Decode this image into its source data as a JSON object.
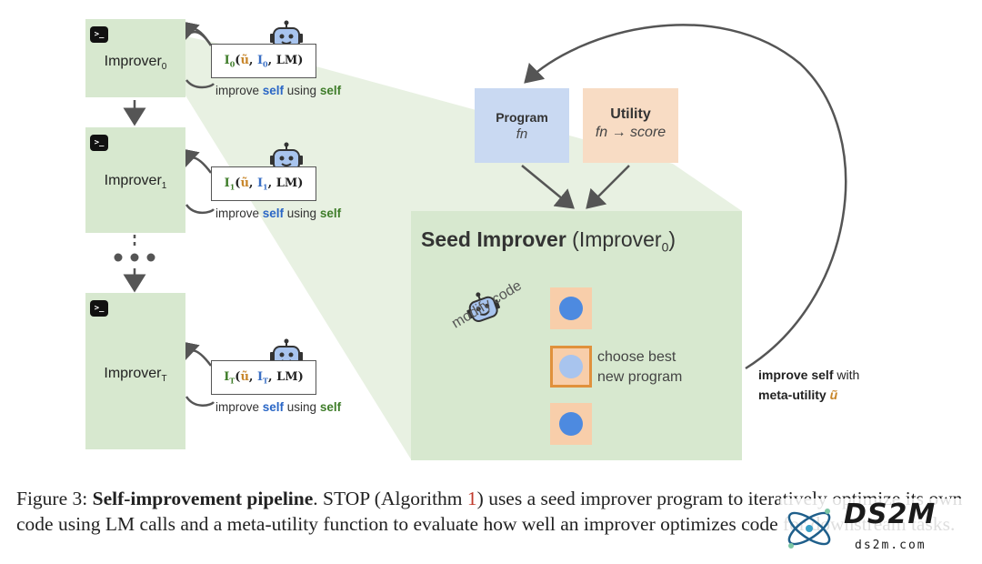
{
  "improvers": [
    {
      "label": "Improver",
      "sub": "0",
      "call_sub": "0",
      "call_i_sub": "0"
    },
    {
      "label": "Improver",
      "sub": "1",
      "call_sub": "1",
      "call_i_sub": "1"
    },
    {
      "label": "Improver",
      "sub": "T",
      "call_sub": "T",
      "call_i_sub": "T"
    }
  ],
  "call": {
    "I": "I",
    "u": "ũ",
    "lm": "LM"
  },
  "improve_text": {
    "prefix": "improve ",
    "self1": "self",
    "mid": " using ",
    "self2": "self"
  },
  "program": {
    "title": "Program",
    "sub": "fn"
  },
  "utility": {
    "title": "Utility",
    "sub": "fn → score"
  },
  "seed": {
    "title_bold": "Seed Improver",
    "title_rest": " (Improver",
    "title_sub": "0",
    "title_close": ")"
  },
  "modify_code": "modify code",
  "choose_best": [
    "choose best",
    "new program"
  ],
  "meta": {
    "line1_bold": "improve self",
    "line1_rest": " with",
    "line2_bold": "meta-utility",
    "u": "ũ"
  },
  "terminal_glyph": ">_",
  "caption": {
    "prefix": "Figure 3: ",
    "bold": "Self-improvement pipeline",
    "after_bold": ". STOP (Algorithm ",
    "ref": "1",
    "rest": ") uses a seed improver program to iteratively optimize its own code using LM calls and a meta-utility function to evaluate how well an improver optimizes code for downstream tasks."
  },
  "watermark": {
    "text": "DS2M",
    "sub": "ds2m.com"
  },
  "colors": {
    "green_panel": "#d7e8cf",
    "program_blue": "#c9d9f2",
    "utility_orange": "#f8dcc4",
    "candidate_orange": "#f8ceaa",
    "best_border": "#e0913c",
    "arrow": "#555555"
  }
}
